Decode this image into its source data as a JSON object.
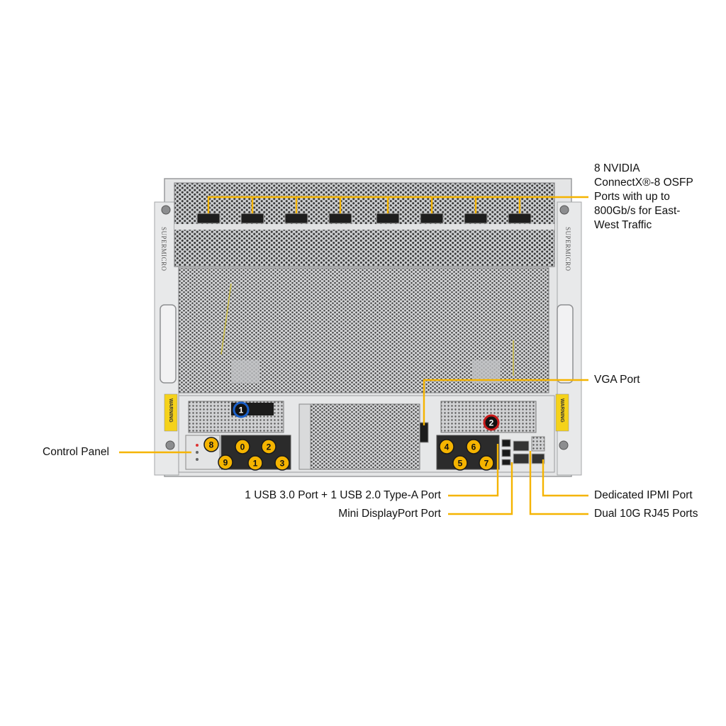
{
  "labels": {
    "osfp_line1": "8 NVIDIA",
    "osfp_line2": "ConnectX®-8 OSFP",
    "osfp_line3": "Ports with up to",
    "osfp_line4": "800Gb/s for East-",
    "osfp_line5": "West Traffic",
    "vga": "VGA Port",
    "control_panel": "Control Panel",
    "usb": "1 USB 3.0 Port + 1 USB 2.0 Type-A Port",
    "mini_dp": "Mini DisplayPort Port",
    "ipmi": "Dedicated IPMI Port",
    "rj45": "Dual 10G RJ45 Ports"
  },
  "chassis": {
    "vendor_text": "SUPERMICRO",
    "warning_text": "WARNING"
  },
  "slot_badges": [
    {
      "id": "slot-1",
      "label": "1",
      "color": "#1a5fc8"
    },
    {
      "id": "slot-2",
      "label": "2",
      "color": "#c81a1a"
    }
  ],
  "drive_badges": [
    "8",
    "9",
    "0",
    "1",
    "2",
    "3",
    "4",
    "5",
    "6",
    "7"
  ],
  "colors": {
    "callout": "#f5b400",
    "badge_fill": "#f5b400",
    "chassis_light": "#e9eaeb",
    "chassis_dark": "#2a2a2a"
  }
}
